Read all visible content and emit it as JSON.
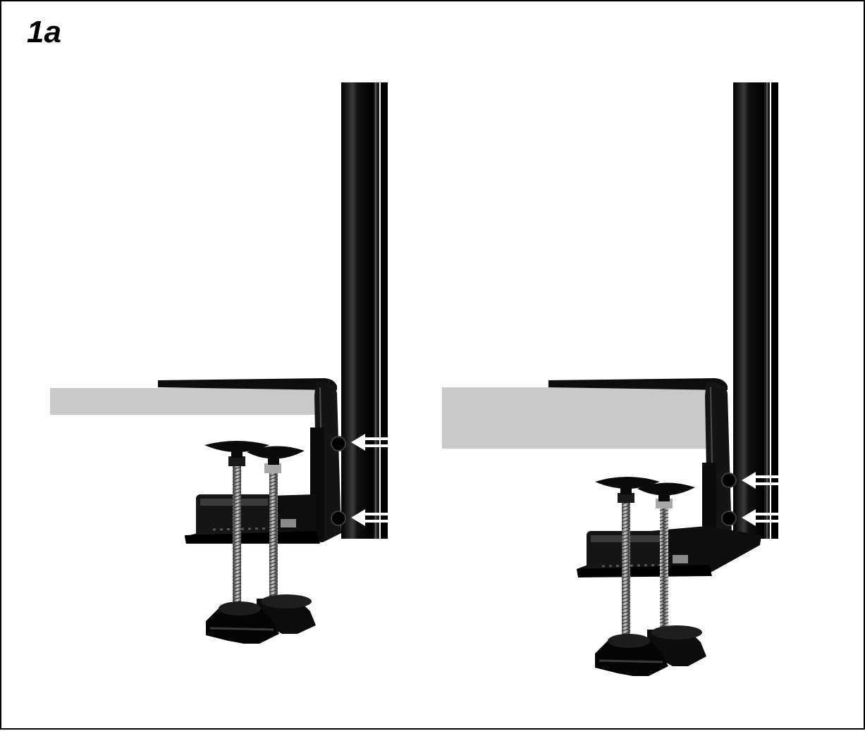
{
  "figure": {
    "step_label": "1a",
    "colors": {
      "frame_border": "#000000",
      "desk_fill": "#c9c9c9",
      "metal": "#111111",
      "metal_highlight": "#5a5a5a",
      "arrow": "#ffffff"
    },
    "panels": [
      {
        "name": "thin-desk-setup",
        "icon": "desk-clamp-icon",
        "desk": "thin",
        "mounting_holes_marked": 2
      },
      {
        "name": "thick-desk-setup",
        "icon": "desk-clamp-icon",
        "desk": "thick",
        "mounting_holes_marked": 2
      }
    ]
  }
}
